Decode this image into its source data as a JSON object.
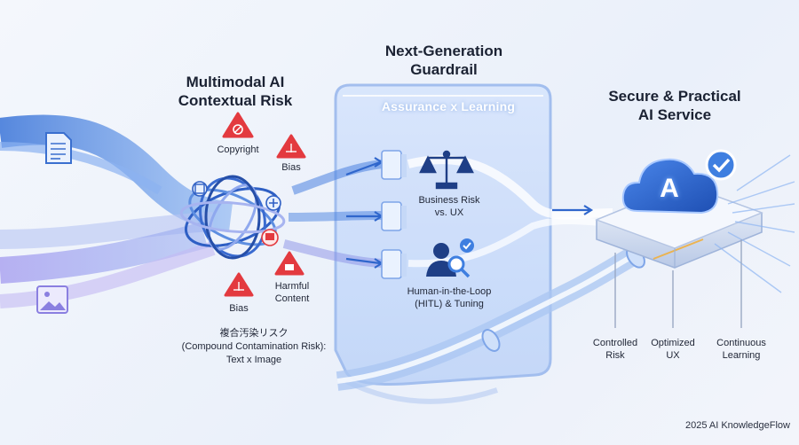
{
  "left": {
    "title_line1": "Multimodal AI",
    "title_line2": "Contextual Risk",
    "risks": {
      "copyright": "Copyright",
      "bias_top": "Bias",
      "bias_bottom": "Bias",
      "harmful_line1": "Harmful",
      "harmful_line2": "Content"
    },
    "compound_jp": "複合汚染リスク",
    "compound_en": "(Compound Contamination Risk):",
    "compound_sub": "Text x Image"
  },
  "middle": {
    "title_line1": "Next-Generation",
    "title_line2": "Guardrail",
    "panel_label": "Assurance x Learning",
    "item1_line1": "Business Risk",
    "item1_line2": "vs. UX",
    "item2_line1": "Human-in-the-Loop",
    "item2_line2": "(HITL) & Tuning"
  },
  "right": {
    "title_line1": "Secure & Practical",
    "title_line2": "AI Service",
    "badge_letter": "A",
    "out1_line1": "Controlled",
    "out1_line2": "Risk",
    "out2_line1": "Optimized",
    "out2_line2": "UX",
    "out3_line1": "Continuous",
    "out3_line2": "Learning"
  },
  "footer": "2025 AI KnowledgeFlow",
  "colors": {
    "flow_blue": "#3f7fe0",
    "flow_purple": "#9b90e8",
    "panel": "#cfe0fb",
    "alert_red": "#e33a3f"
  }
}
